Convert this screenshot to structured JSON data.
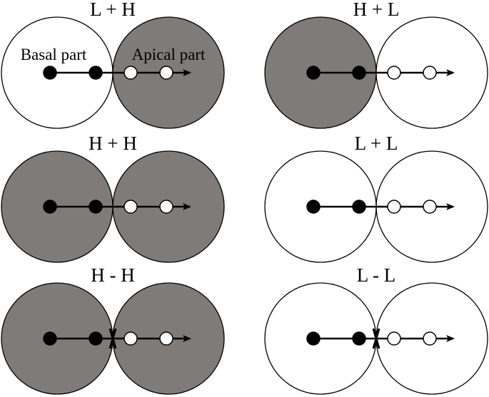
{
  "colors": {
    "high": "#7f7b78",
    "low": "#ffffff",
    "outline": "#000000",
    "basal_dot": "#000000",
    "apical_dot": "#ffffff"
  },
  "labels": {
    "basal_part": "Basal part",
    "apical_part": "Apical part"
  },
  "panels": [
    {
      "title": "L + H",
      "basal_fill": "low",
      "apical_fill": "high",
      "junction_mark": false,
      "show_part_labels": true
    },
    {
      "title": "H + L",
      "basal_fill": "high",
      "apical_fill": "low",
      "junction_mark": false,
      "show_part_labels": false
    },
    {
      "title": "H + H",
      "basal_fill": "high",
      "apical_fill": "high",
      "junction_mark": false,
      "show_part_labels": false
    },
    {
      "title": "L + L",
      "basal_fill": "low",
      "apical_fill": "low",
      "junction_mark": false,
      "show_part_labels": false
    },
    {
      "title": "H - H",
      "basal_fill": "high",
      "apical_fill": "high",
      "junction_mark": true,
      "show_part_labels": false
    },
    {
      "title": "L - L",
      "basal_fill": "low",
      "apical_fill": "low",
      "junction_mark": true,
      "show_part_labels": false
    }
  ]
}
